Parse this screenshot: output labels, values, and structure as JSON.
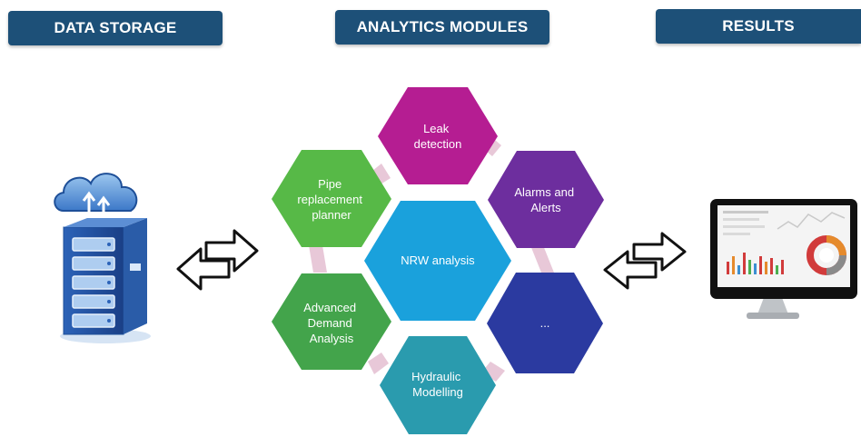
{
  "headers": {
    "data_storage": "DATA STORAGE",
    "analytics_modules": "ANALYTICS MODULES",
    "results": "RESULTS"
  },
  "colors": {
    "header_bg": "#1d5078",
    "leak": "#b51d92",
    "alarms": "#6d2e9e",
    "pipe": "#57b947",
    "nrw": "#1aa1dc",
    "more": "#2b3aa0",
    "demand": "#43a44b",
    "hydraulic": "#2a9bae",
    "connector": "#e8c8d8"
  },
  "modules": [
    {
      "id": "leak",
      "lines": [
        "Leak",
        "detection"
      ]
    },
    {
      "id": "alarms",
      "lines": [
        "Alarms and",
        "Alerts"
      ]
    },
    {
      "id": "pipe",
      "lines": [
        "Pipe",
        "replacement",
        "planner"
      ]
    },
    {
      "id": "nrw",
      "lines": [
        "NRW analysis"
      ]
    },
    {
      "id": "more",
      "lines": [
        "..."
      ]
    },
    {
      "id": "demand",
      "lines": [
        "Advanced",
        "Demand",
        "Analysis"
      ]
    },
    {
      "id": "hydraulic",
      "lines": [
        "Hydraulic",
        "Modelling"
      ]
    }
  ],
  "icons": {
    "storage": "cloud-server-icon",
    "arrows": "bidirectional-arrows-icon",
    "monitor": "dashboard-monitor-icon"
  }
}
